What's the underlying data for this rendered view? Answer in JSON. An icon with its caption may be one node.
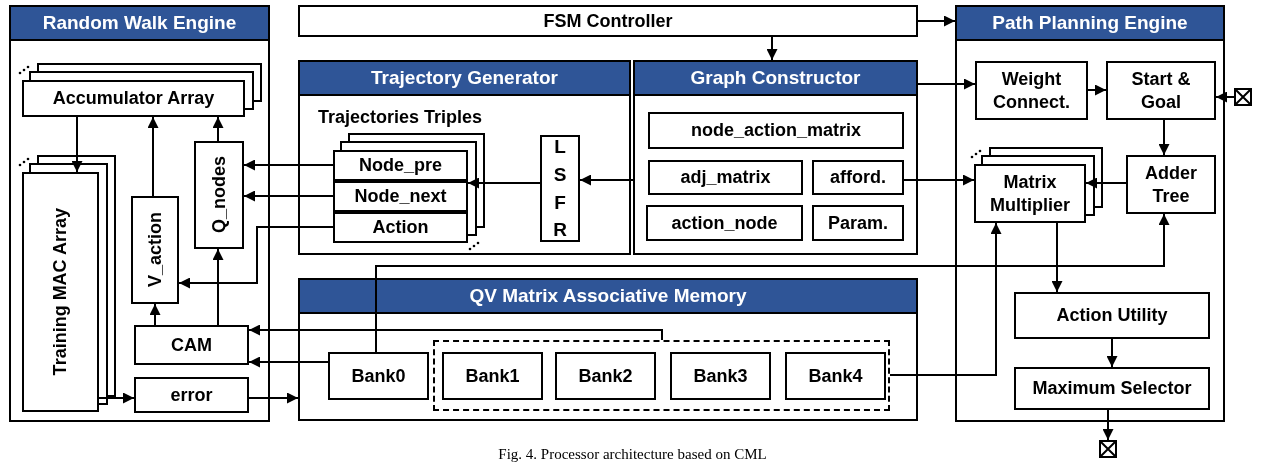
{
  "diagram": {
    "caption": "Fig. 4. Processor architecture based on CML",
    "nodes": [
      {
        "text": [
          "Random Walk Engine"
        ]
      },
      {
        "text": [
          "Accumulator Array"
        ],
        "in": 0
      },
      {
        "text": [
          "Training MAC Array"
        ],
        "in": 0
      },
      {
        "text": [
          "V_action"
        ],
        "in": 0
      },
      {
        "text": [
          "Q_nodes"
        ],
        "in": 0
      },
      {
        "text": [
          "CAM"
        ],
        "in": 0
      },
      {
        "text": [
          "error"
        ],
        "in": 0
      },
      {
        "text": [
          "FSM Controller"
        ]
      },
      {
        "text": [
          "Trajectory Generator",
          "Trajectories Triples"
        ]
      },
      {
        "text": [
          "Node_pre"
        ],
        "in": 8
      },
      {
        "text": [
          "Node_next"
        ],
        "in": 8
      },
      {
        "text": [
          "Action"
        ],
        "in": 8
      },
      {
        "text": [
          "LSFR"
        ],
        "in": 8
      },
      {
        "text": [
          "Graph Constructor"
        ]
      },
      {
        "text": [
          "node_action_matrix"
        ],
        "in": 13
      },
      {
        "text": [
          "adj_matrix"
        ],
        "in": 13
      },
      {
        "text": [
          "afford."
        ],
        "in": 13
      },
      {
        "text": [
          "action_node"
        ],
        "in": 13
      },
      {
        "text": [
          "Param."
        ],
        "in": 13
      },
      {
        "text": [
          "Path Planning Engine"
        ]
      },
      {
        "text": [
          "Weight Connect."
        ],
        "in": 19
      },
      {
        "text": [
          "Start & Goal"
        ],
        "in": 19
      },
      {
        "text": [
          "Matrix Multiplier"
        ],
        "in": 19
      },
      {
        "text": [
          "Adder Tree"
        ],
        "in": 19
      },
      {
        "text": [
          "Action Utility"
        ],
        "in": 19
      },
      {
        "text": [
          "Maximum Selector"
        ],
        "in": 19
      },
      {
        "text": [
          "QV Matrix Associative Memory"
        ]
      },
      {
        "text": [],
        "shape": "box",
        "in": 26
      },
      {
        "text": [
          "Bank0"
        ],
        "in": 26
      },
      {
        "text": [
          "Bank1"
        ],
        "in": 27
      },
      {
        "text": [
          "Bank2"
        ],
        "in": 27
      },
      {
        "text": [
          "Bank3"
        ],
        "in": 27
      },
      {
        "text": [
          "Bank4"
        ],
        "in": 27
      },
      {
        "text": [],
        "shape": "crossed-box"
      },
      {
        "text": [],
        "shape": "crossed-box"
      }
    ],
    "edges": [
      {
        "from": 7,
        "to": 19,
        "arrow": "to"
      },
      {
        "from": 7,
        "to": 13,
        "arrow": "to"
      },
      {
        "from": 13,
        "to": 12,
        "arrow": "to"
      },
      {
        "from": 12,
        "to": 10,
        "arrow": "to"
      },
      {
        "from": 9,
        "to": 4,
        "arrow": "to"
      },
      {
        "from": 10,
        "to": 4,
        "arrow": "to"
      },
      {
        "from": 11,
        "to": 3,
        "arrow": "to"
      },
      {
        "from": 1,
        "to": 2,
        "arrow": "to"
      },
      {
        "from": 3,
        "to": 1,
        "arrow": "to"
      },
      {
        "from": 4,
        "to": 1,
        "arrow": "to"
      },
      {
        "from": 5,
        "to": 3,
        "arrow": "to"
      },
      {
        "from": 5,
        "to": 4,
        "arrow": "to"
      },
      {
        "from": 2,
        "to": 6,
        "arrow": "to"
      },
      {
        "from": 6,
        "to": 26,
        "arrow": "to"
      },
      {
        "from": 28,
        "to": 5,
        "arrow": "to"
      },
      {
        "from": 27,
        "to": 5,
        "arrow": "to"
      },
      {
        "from": 28,
        "to": 23,
        "arrow": "to"
      },
      {
        "from": 27,
        "to": 22,
        "arrow": "to"
      },
      {
        "from": 22,
        "to": 24,
        "arrow": "to"
      },
      {
        "from": 13,
        "to": 20,
        "arrow": "to"
      },
      {
        "from": 16,
        "to": 22,
        "arrow": "to"
      },
      {
        "from": 20,
        "to": 21,
        "arrow": "to"
      },
      {
        "from": 33,
        "to": 21,
        "arrow": "to"
      },
      {
        "from": 21,
        "to": 23,
        "arrow": "to"
      },
      {
        "from": 23,
        "to": 22,
        "arrow": "to"
      },
      {
        "from": 24,
        "to": 25,
        "arrow": "to"
      },
      {
        "from": 25,
        "to": 34,
        "arrow": "to"
      }
    ]
  }
}
